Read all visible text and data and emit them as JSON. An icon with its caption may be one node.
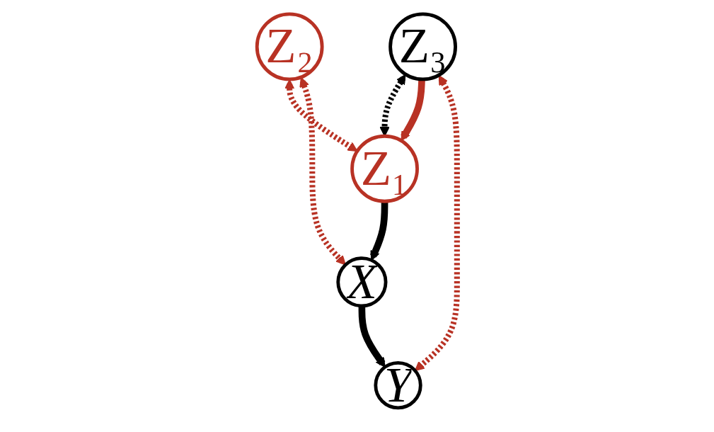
{
  "diagram": {
    "nodes": [
      {
        "text": [
          "Z₂"
        ]
      },
      {
        "text": [
          "Z₃"
        ]
      },
      {
        "text": [
          "Z₁"
        ]
      },
      {
        "text": [
          "X"
        ]
      },
      {
        "text": [
          "Y"
        ]
      }
    ],
    "edges": [
      {
        "from": 0,
        "to": 2,
        "arrow": "both",
        "style": "dashed"
      },
      {
        "from": 1,
        "to": 2,
        "arrow": "both",
        "style": "dashed",
        "color": "#000000"
      },
      {
        "from": 1,
        "to": 2,
        "arrow": "to"
      },
      {
        "from": 0,
        "to": 3,
        "arrow": "both",
        "style": "dashed"
      },
      {
        "from": 1,
        "to": 4,
        "arrow": "both",
        "style": "dashed"
      },
      {
        "from": 2,
        "to": 3,
        "arrow": "to",
        "color": "#000000"
      },
      {
        "from": 3,
        "to": 4,
        "arrow": "to",
        "color": "#000000"
      }
    ]
  }
}
